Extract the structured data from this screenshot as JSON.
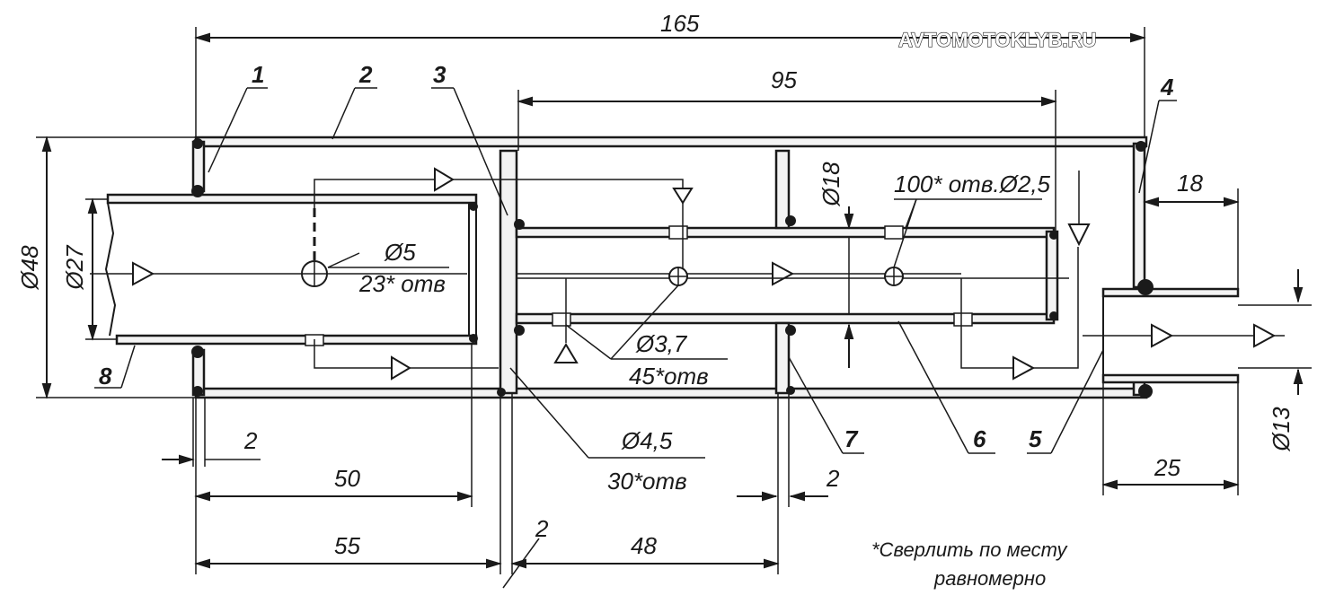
{
  "watermark": "AVTOMOTOKLYB.RU",
  "dimensions": {
    "overall_length": "165",
    "inner_length": "95",
    "outlet_length": "18",
    "outer_diameter": "Ø48",
    "inlet_diameter": "Ø27",
    "inner_diameter": "Ø18",
    "outlet_diameter": "Ø13",
    "wall_thickness_left": "2",
    "inlet_insert": "50",
    "first_chamber": "55",
    "baffle_thickness": "2",
    "second_chamber": "48",
    "baffle_gap": "2",
    "outlet_pipe": "25"
  },
  "hole_notes": {
    "d5_size": "Ø5",
    "d5_count": "23* отв",
    "d37_size": "Ø3,7",
    "d37_count": "45*отв",
    "d45_size": "Ø4,5",
    "d45_count": "30*отв",
    "d25_note": "100* отв.Ø2,5"
  },
  "callouts": [
    "1",
    "2",
    "3",
    "4",
    "5",
    "6",
    "7",
    "8"
  ],
  "footnote": {
    "line1": "*Сверлить по месту",
    "line2": "равномерно"
  }
}
